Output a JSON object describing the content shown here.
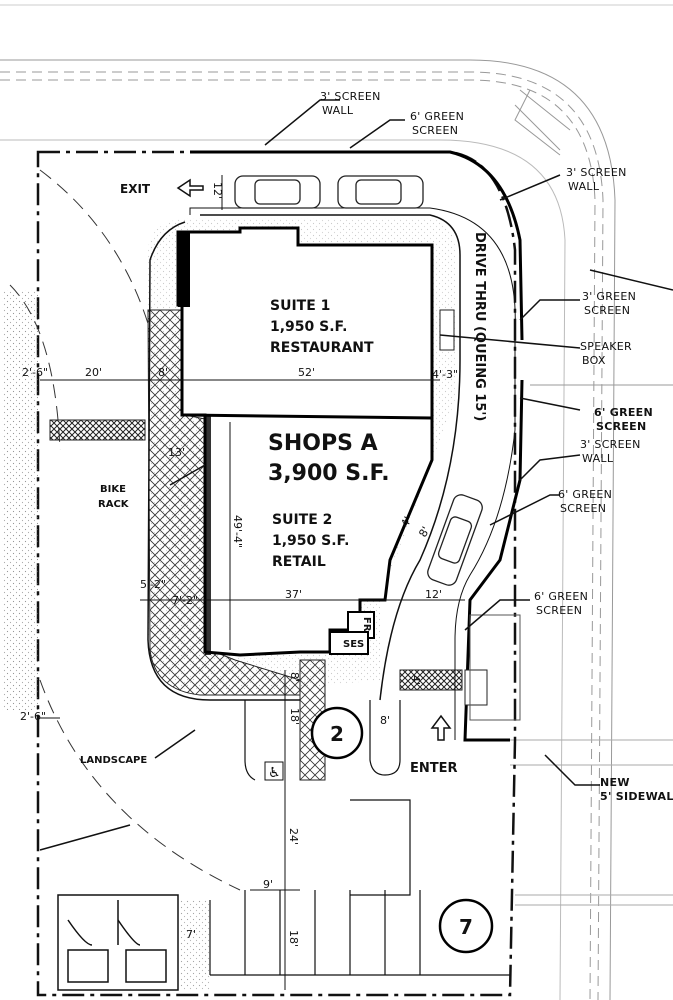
{
  "labels": {
    "exit": "EXIT",
    "enter": "ENTER",
    "landscape": "LANDSCAPE",
    "bike_rack_1": "BIKE",
    "bike_rack_2": "RACK",
    "drive_thru": "DRIVE THRU (QUEING 15')",
    "fr": "FR",
    "ses": "SES"
  },
  "suites": {
    "suite1": {
      "name": "SUITE 1",
      "area": "1,950 S.F.",
      "use": "RESTAURANT"
    },
    "shops": {
      "name": "SHOPS A",
      "area": "3,900 S.F."
    },
    "suite2": {
      "name": "SUITE 2",
      "area": "1,950 S.F.",
      "use": "RETAIL"
    }
  },
  "callouts": {
    "screen_wall_top_1": "3' SCREEN",
    "screen_wall_top_2": "WALL",
    "green_screen_top_1": "6' GREEN",
    "green_screen_top_2": "SCREEN",
    "screen_wall_right_1": "3' SCREEN",
    "screen_wall_right_2": "WALL",
    "green_screen_3_1": "3' GREEN",
    "green_screen_3_2": "SCREEN",
    "speaker_1": "SPEAKER",
    "speaker_2": "BOX",
    "green_screen_6a_1": "6' GREEN",
    "green_screen_6a_2": "SCREEN",
    "screen_wall_mid_1": "3' SCREEN",
    "screen_wall_mid_2": "WALL",
    "green_screen_6b_1": "6' GREEN",
    "green_screen_6b_2": "SCREEN",
    "green_screen_6c_1": "6' GREEN",
    "green_screen_6c_2": "SCREEN",
    "sidewalk_1": "NEW",
    "sidewalk_2": "5' SIDEWAL"
  },
  "dimensions": {
    "d_12_exit": "12'",
    "d_2_6_top": "2'-6\"",
    "d_20": "20'",
    "d_8_left": "8'",
    "d_52": "52'",
    "d_4_3": "4'-3\"",
    "d_13": "13'",
    "d_49_4": "49'-4\"",
    "d_4": "4'",
    "d_8_drive": "8'",
    "d_5_2": "5'-2\"",
    "d_7_2": "7'-2\"",
    "d_37": "37'",
    "d_12_right": "12'",
    "d_8_entry": "8'",
    "d_18_a": "18'",
    "d_8_island": "8'",
    "d_2_6_bottom": "2'-6\"",
    "d_24": "24'",
    "d_9": "9'",
    "d_7": "7'",
    "d_18_b": "18'",
    "d_4_walk": "4'"
  },
  "markers": {
    "marker_2": "2",
    "marker_7": "7"
  }
}
